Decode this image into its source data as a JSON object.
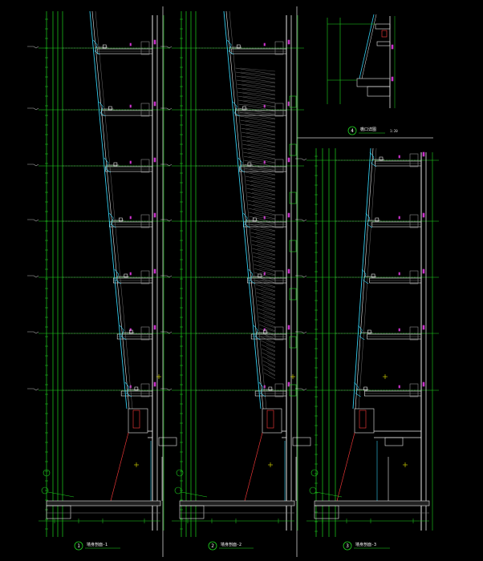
{
  "drawing": {
    "background": "#000000",
    "colors": {
      "green": "#1fd61f",
      "white": "#e8e8e8",
      "grey": "#8a8a8a",
      "cyan": "#33ccee",
      "magenta": "#cc33cc",
      "red": "#ff3b3b",
      "yellow": "#e6e600"
    },
    "details": [
      {
        "marker": "1",
        "caption": "墙身剖面-1"
      },
      {
        "marker": "2",
        "caption": "墙身剖面-2"
      },
      {
        "marker": "3",
        "caption": "墙身剖面-3"
      },
      {
        "marker": "4",
        "caption": "檐口详图",
        "scale": "1:20"
      }
    ]
  }
}
